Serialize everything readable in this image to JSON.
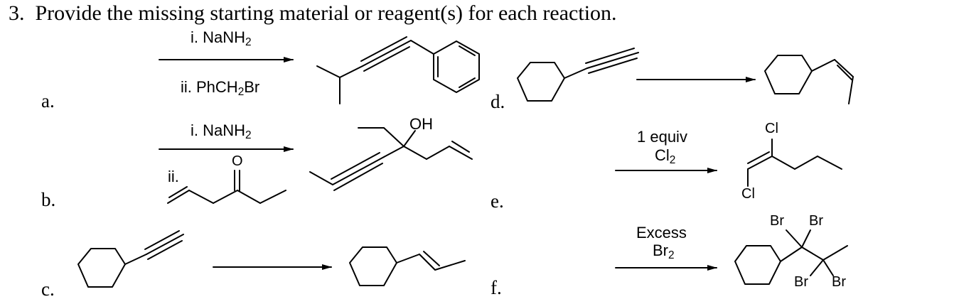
{
  "question": {
    "number": "3.",
    "text": "Provide the missing starting material or reagent(s) for each reaction."
  },
  "parts": {
    "a": {
      "label": "a.",
      "reagent1": "i. NaNH",
      "reagent1_sub": "2",
      "reagent2": "ii. PhCH",
      "reagent2_sub": "2",
      "reagent2_tail": "Br"
    },
    "b": {
      "label": "b.",
      "reagent1": "i. NaNH",
      "reagent1_sub": "2",
      "reagent2": "ii.",
      "product_group": "OH",
      "reactant_atom": "O"
    },
    "c": {
      "label": "c."
    },
    "d": {
      "label": "d."
    },
    "e": {
      "label": "e.",
      "reagent1": "1 equiv",
      "reagent2": "Cl",
      "reagent2_sub": "2",
      "atom_top": "Cl",
      "atom_bottom": "Cl"
    },
    "f": {
      "label": "f.",
      "reagent1": "Excess",
      "reagent2": "Br",
      "reagent2_sub": "2",
      "atom_tl": "Br",
      "atom_tr": "Br",
      "atom_bl": "Br",
      "atom_br": "Br"
    }
  }
}
